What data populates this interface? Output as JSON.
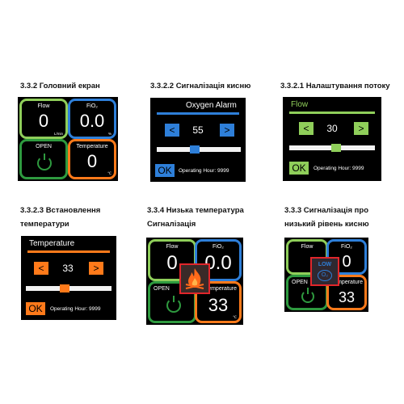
{
  "captions": {
    "main": "3.3.2 Головний екран",
    "oxygen_alarm": "3.3.2.2 Сигналізація кисню",
    "flow_setting": "3.3.2.1 Налаштування потоку",
    "temp_setting_l1": "3.3.2.3 Встановлення",
    "temp_setting_l2": "температури",
    "low_temp_l1": "3.3.4 Низька температура",
    "low_temp_l2": "Сигналізація",
    "low_oxygen_l1": "3.3.3 Сигналізація про",
    "low_oxygen_l2": "низький рівень кисню"
  },
  "main_screen": {
    "flow_label": "Flow",
    "flow_value": "0",
    "flow_unit": "L/min",
    "fio2_label": "FiO₂",
    "fio2_value": "0.0",
    "fio2_unit": "%",
    "open_label": "OPEN",
    "temp_label": "Temperature",
    "temp_value": "0",
    "temp_unit": "℃"
  },
  "oxygen_alarm": {
    "title": "Oxygen Alarm",
    "minus": "<",
    "value": "55",
    "plus": ">",
    "ok": "OK",
    "operating": "Operating Hour: 9999",
    "slider_fraction": 0.45
  },
  "flow_setting": {
    "title": "Flow",
    "minus": "<",
    "value": "30",
    "plus": ">",
    "ok": "OK",
    "operating": "Operating Hour: 9999",
    "slider_fraction": 0.55
  },
  "temp_setting": {
    "title": "Temperature",
    "minus": "<",
    "value": "33",
    "plus": ">",
    "ok": "OK",
    "operating": "Operating Hour: 9999",
    "slider_fraction": 0.45
  },
  "low_temp_screen": {
    "flow_label": "Flow",
    "flow_value": "0",
    "fio2_label": "FiO₂",
    "fio2_value": "0.0",
    "open_label": "OPEN",
    "temp_label": "Temperature",
    "temp_value": "33",
    "temp_unit": "℃"
  },
  "low_oxygen_screen": {
    "flow_label": "Flow",
    "fio2_label": "FiO₂",
    "open_label": "OPEN",
    "temp_label": "Temperature",
    "fio2_value": "0",
    "temp_value": "33",
    "alarm_text": "LOW",
    "alarm_symbol": "O₂"
  },
  "colors": {
    "blue": "#2e7fd9",
    "light_green": "#8fce5a",
    "dark_green": "#2e9a3f",
    "orange": "#ff7a1a",
    "alarm_red": "#e0262b"
  },
  "icons": [
    "power-icon",
    "flame-icon",
    "oxygen-alarm-icon"
  ]
}
